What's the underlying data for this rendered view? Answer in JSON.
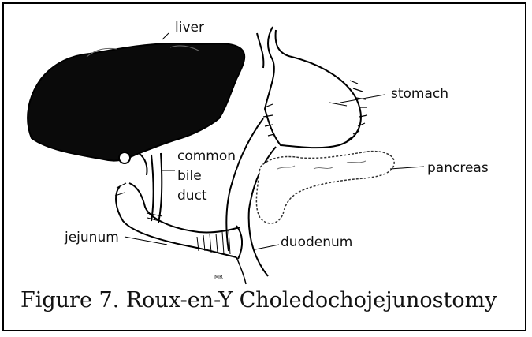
{
  "figure": {
    "caption": "Figure 7. Roux-en-Y Choledochojejunostomy",
    "labels": {
      "liver": "liver",
      "stomach": "stomach",
      "common": "common",
      "bile": "bile",
      "duct": "duct",
      "pancreas": "pancreas",
      "jejunum": "jejunum",
      "duodenum": "duodenum",
      "signature": "MR"
    }
  }
}
